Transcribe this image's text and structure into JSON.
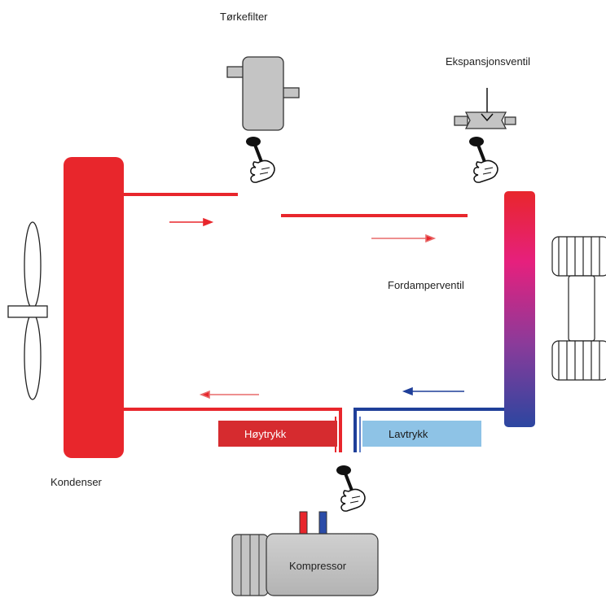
{
  "labels": {
    "dryer_filter": "Tørkefilter",
    "expansion_valve": "Ekspansjonsventil",
    "evaporator_valve": "Fordamperventil",
    "condenser": "Kondenser",
    "high_pressure": "Høytrykk",
    "low_pressure": "Lavtrykk",
    "compressor": "Kompressor"
  },
  "colors": {
    "high_pressure_red": "#e8262c",
    "low_pressure_blue": "#1f3f99",
    "low_pressure_box": "#8ec3e6",
    "high_pressure_box": "#d62b2f",
    "component_gray": "#c4c4c4",
    "evaporator_top": "#e8262c",
    "evaporator_mid": "#e6207d",
    "evaporator_bottom": "#2c46a0"
  },
  "icons": [
    "fan-icon",
    "wrench-hand-icon",
    "wheel-icon"
  ]
}
